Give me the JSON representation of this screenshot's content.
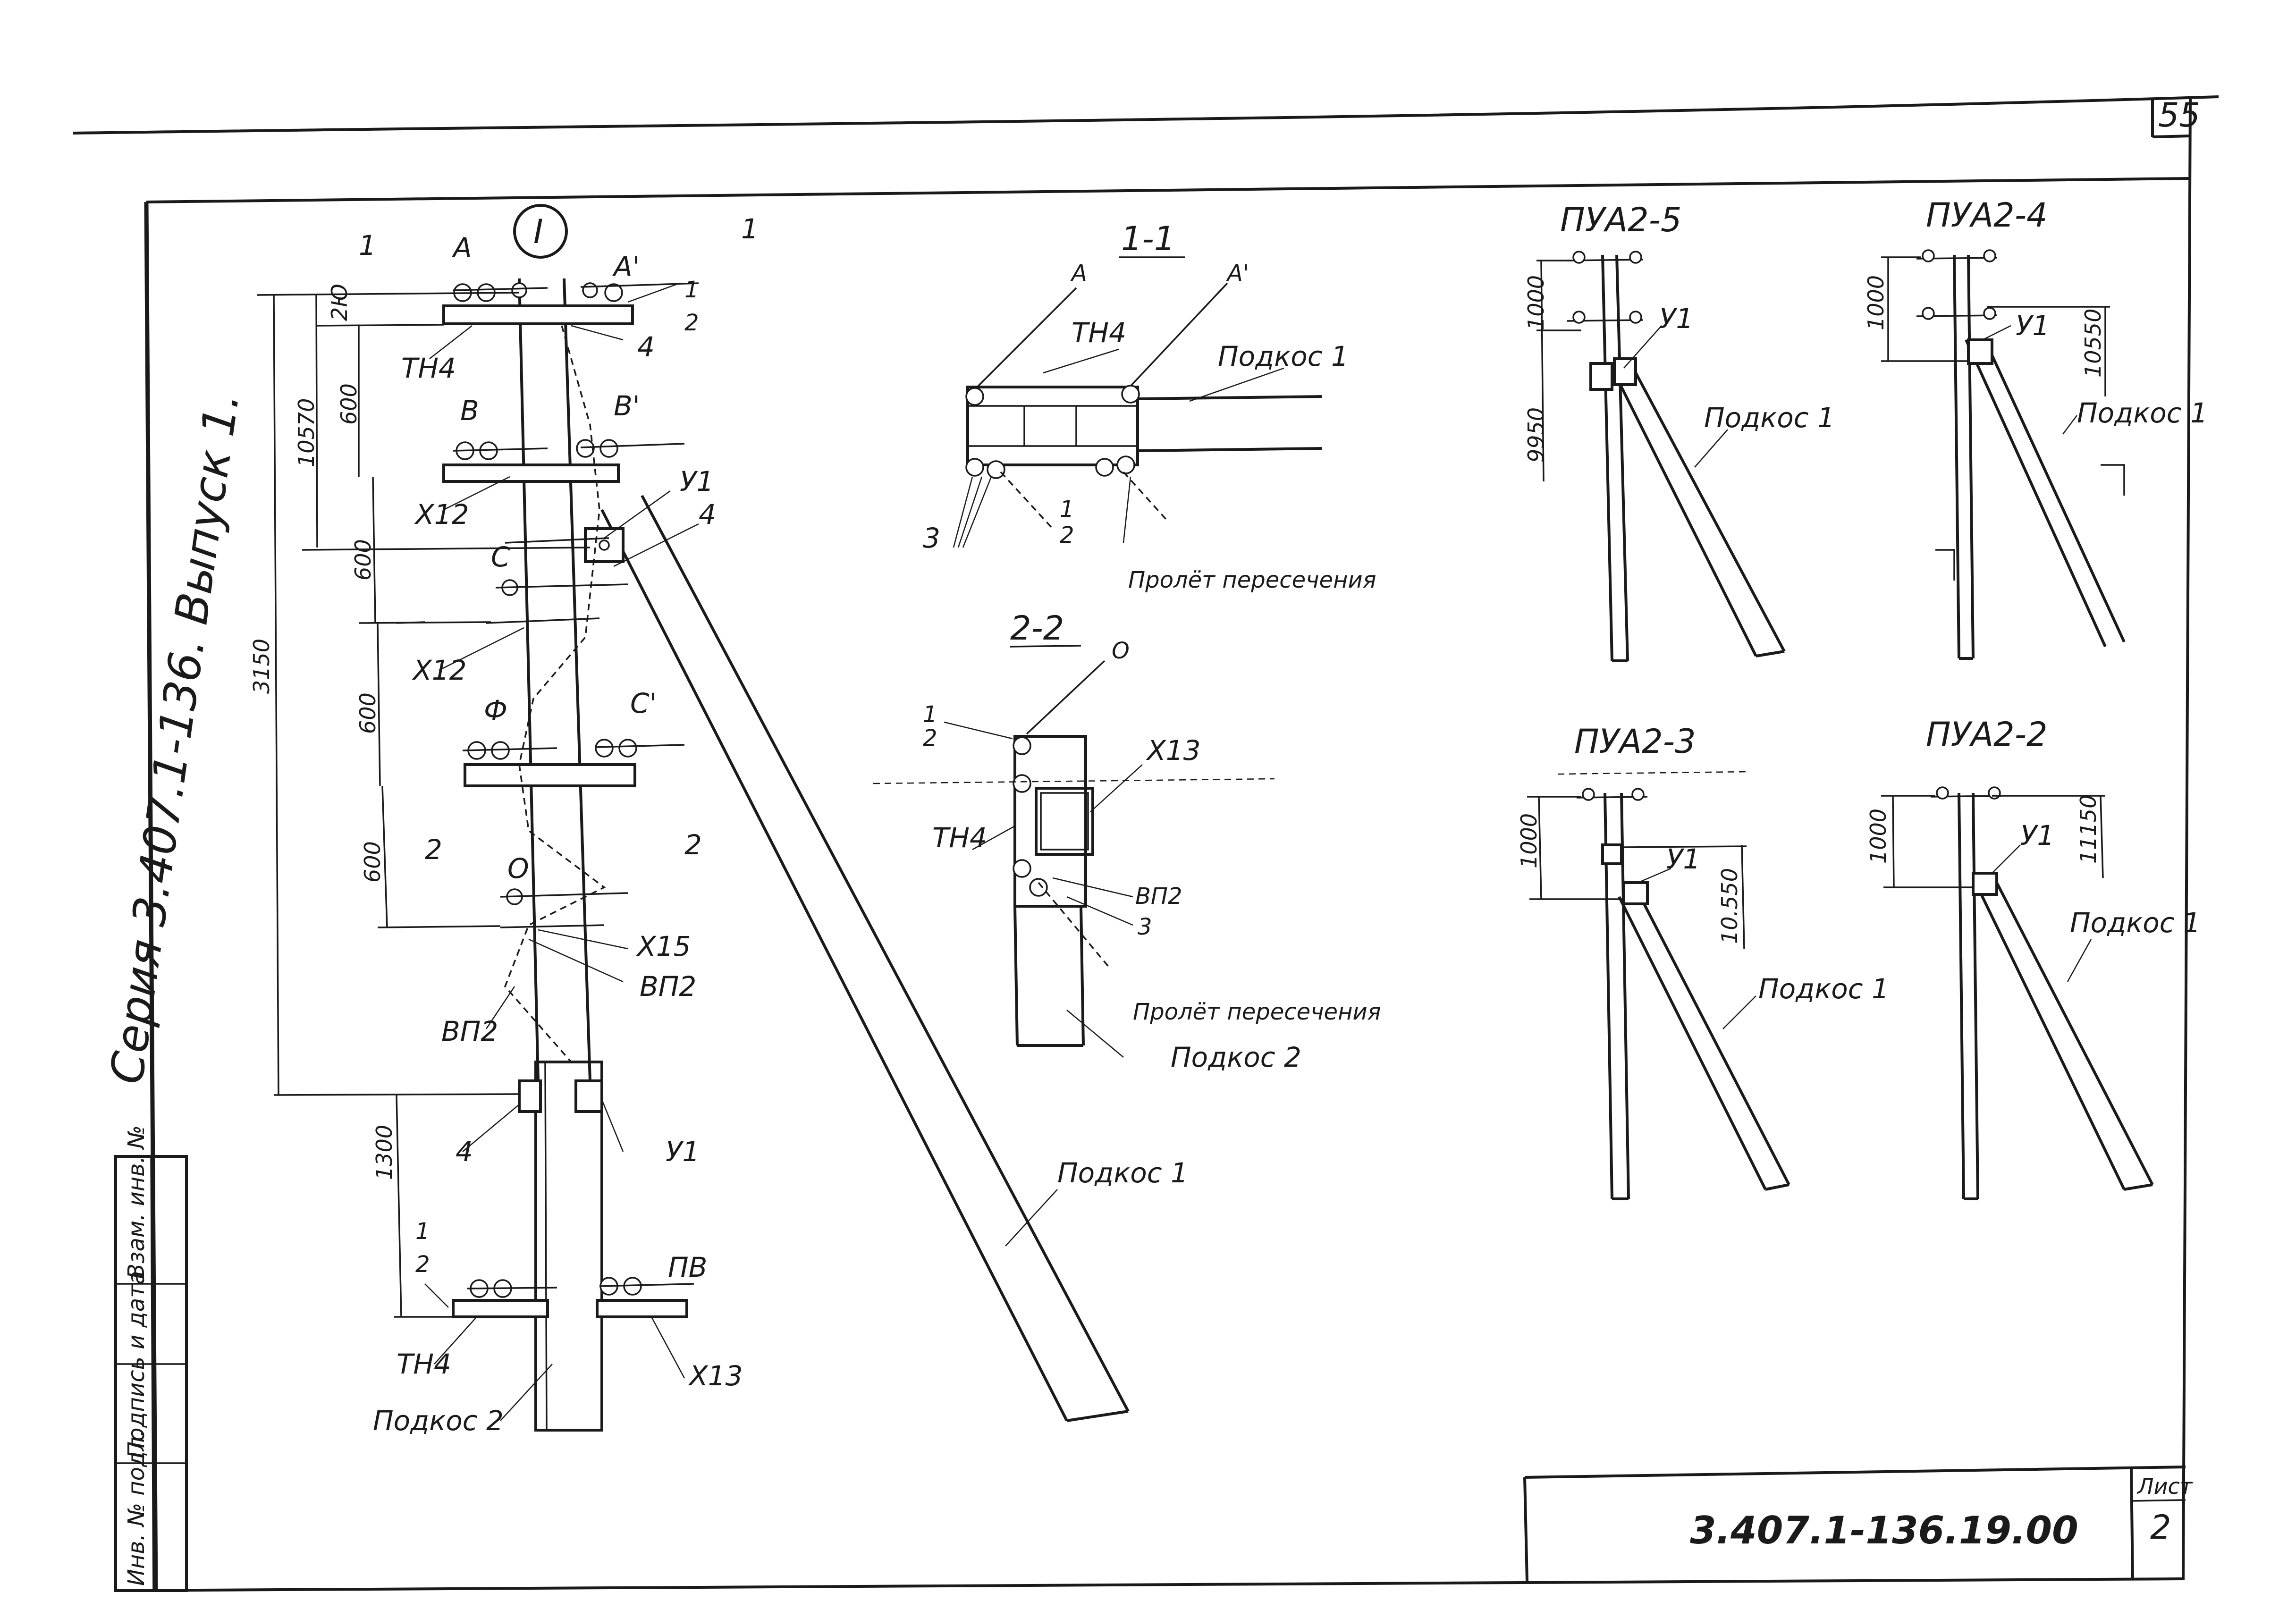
{
  "sheet": {
    "page_number": "55",
    "series_side": "Серия 3.407.1-136. Выпуск 1.",
    "stamp_code": "3.407.1-136.19.00",
    "sheet_label": "Лист",
    "sheet_number": "2",
    "margin_labels": [
      "Инв. № подл.",
      "Подпись и дата",
      "Взам. инв. №"
    ]
  },
  "main_view": {
    "node_marker": "I",
    "section_marks": {
      "s1_left": "1",
      "s1_right": "1",
      "s2_left": "2",
      "s2_right": "2"
    },
    "phase_labels": [
      "А",
      "А'",
      "В",
      "В'",
      "С",
      "С'",
      "Ф",
      "О"
    ],
    "dimensions": {
      "d_top": "2Ю",
      "d1": "600",
      "d_total_upper": "10570",
      "d2": "600",
      "d3": "600",
      "d4": "600",
      "d_overall": "3150",
      "d_bottom": "1300"
    },
    "callouts": {
      "c_12_top": "1",
      "c_12_bottom": "2",
      "th4_top": "ТН4",
      "four_top": "4",
      "x12_a": "Х12",
      "u1": "У1",
      "four_mid": "4",
      "x12_b": "Х12",
      "x15": "Х15",
      "vp2_a": "ВП2",
      "vp2_b": "ВП2",
      "four_low": "4",
      "u1_low": "У1",
      "c_12_low_top": "1",
      "c_12_low_bottom": "2",
      "pv": "ПВ",
      "th4_bottom": "ТН4",
      "x13": "Х13",
      "podkos2": "Подкос 2",
      "podkos1": "Подкос 1"
    }
  },
  "section_1_1": {
    "title": "1-1",
    "labels": {
      "a": "А",
      "a_prime": "А'",
      "th4": "ТН4",
      "podkos": "Подкос 1",
      "three": "3",
      "frac_top": "1",
      "frac_bottom": "2",
      "span": "Пролёт пересечения"
    }
  },
  "section_2_2": {
    "title": "2-2",
    "labels": {
      "o": "О",
      "frac_top": "1",
      "frac_bottom": "2",
      "x13": "Х13",
      "th4": "ТН4",
      "vp2": "ВП2",
      "three": "3",
      "span": "Пролёт пересечения",
      "podkos": "Подкос 2"
    }
  },
  "variants": [
    {
      "title": "ПУА2-5",
      "dim_a": "1000",
      "dim_b": "9950",
      "u": "У1",
      "podkos": "Подкос 1"
    },
    {
      "title": "ПУА2-4",
      "dim_a": "1000",
      "dim_b": "10550",
      "u": "У1",
      "podkos": "Подкос 1"
    },
    {
      "title": "ПУА2-3",
      "dim_a": "1000",
      "dim_b": "10.550",
      "u": "У1",
      "podkos": "Подкос 1"
    },
    {
      "title": "ПУА2-2",
      "dim_a": "1000",
      "dim_b": "11150",
      "u": "У1",
      "podkos": "Подкос 1"
    }
  ]
}
